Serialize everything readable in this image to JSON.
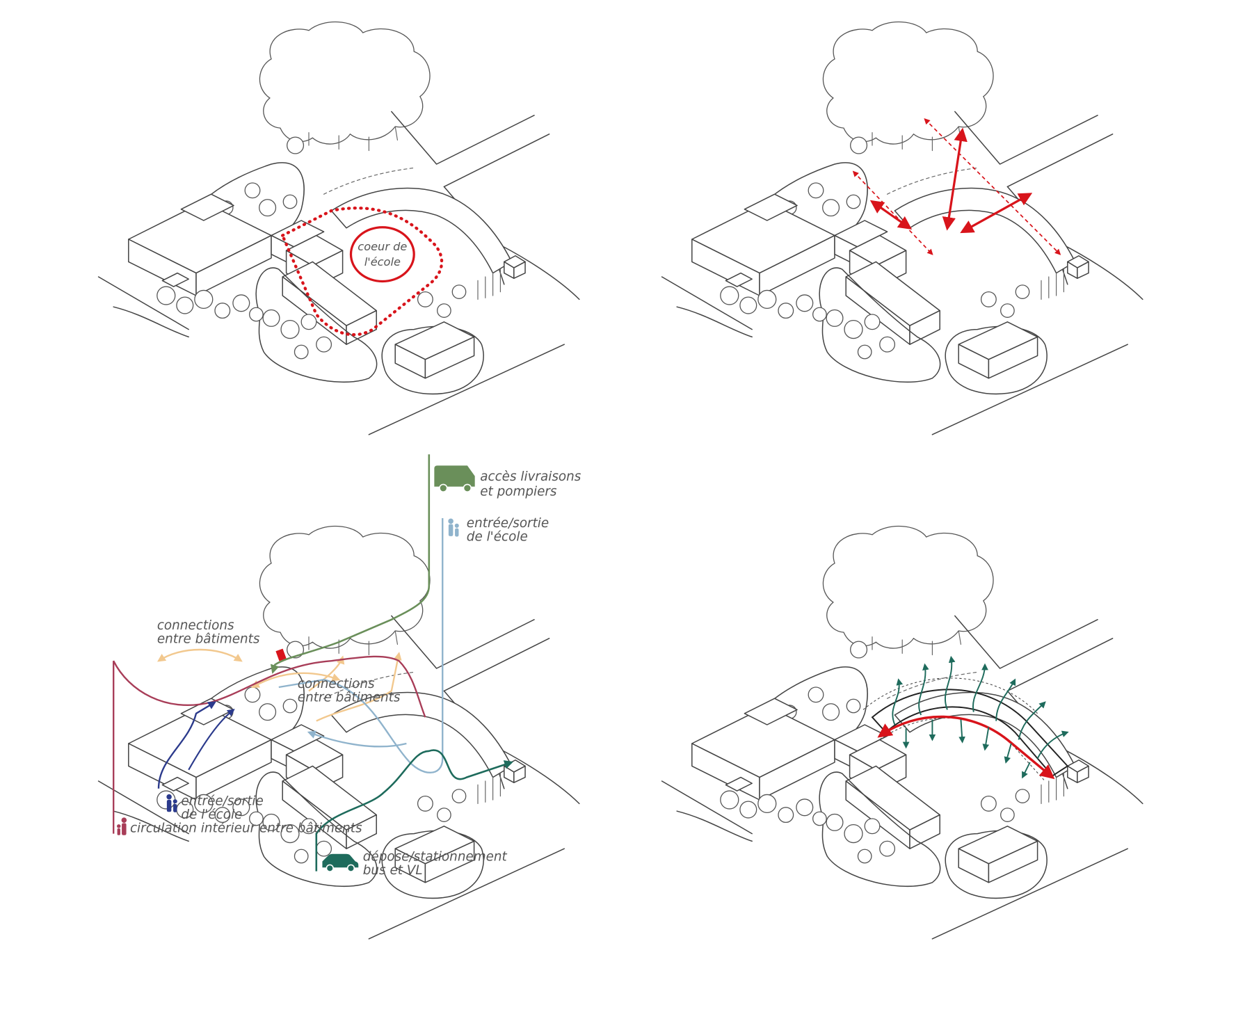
{
  "colors": {
    "red": "#d8141b",
    "maroon": "#a83d58",
    "navy": "#2b3a8c",
    "light_blue": "#8fb3cc",
    "olive_green": "#6a8f5a",
    "teal": "#1e6b5c",
    "peach": "#f2c88e",
    "sketch": "#444444"
  },
  "panels": {
    "top_left": {
      "label_line1": "coeur de",
      "label_line2": "l'école"
    },
    "bottom_left": {
      "delivery_line1": "accès livraisons",
      "delivery_line2": "et pompiers",
      "school_entry_right_line1": "entrée/sortie",
      "school_entry_right_line2": "de l'école",
      "connections_top_line1": "connections",
      "connections_top_line2": "entre bâtiments",
      "connections_mid_line1": "connections",
      "connections_mid_line2": "entre bâtiments",
      "school_entry_left_line1": "entrée/sortie",
      "school_entry_left_line2": "de l'école",
      "interior_circulation": "circulation intérieur entre bâtiments",
      "dropoff_line1": "dépose/stationnement",
      "dropoff_line2": "bus et VL"
    }
  },
  "icons": {
    "delivery": "van-icon",
    "pedestrians": "pedestrians-icon",
    "car": "car-icon"
  }
}
